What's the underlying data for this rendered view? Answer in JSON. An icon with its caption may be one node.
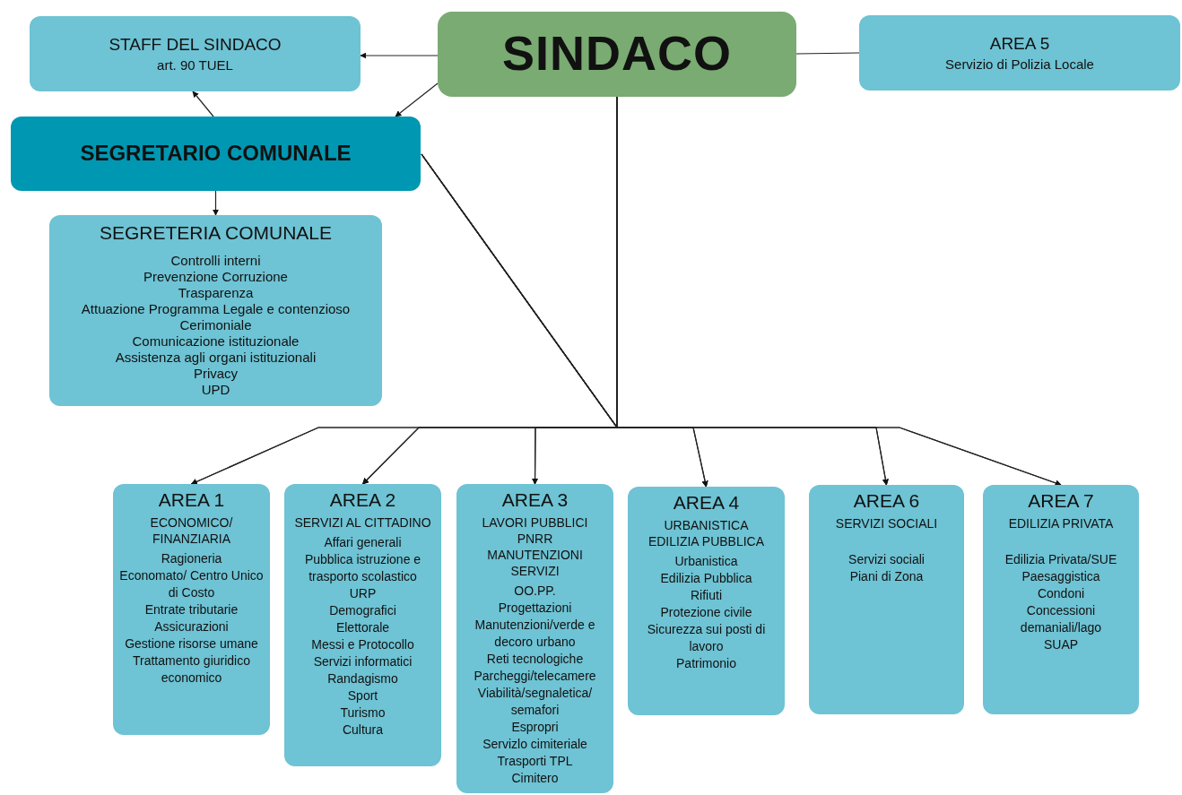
{
  "diagram": {
    "nodes": [
      {
        "text": [
          "SINDACO"
        ]
      },
      {
        "text": [
          "STAFF DEL SINDACO",
          "art. 90 TUEL"
        ]
      },
      {
        "text": [
          "AREA 5",
          "Servizio di Polizia Locale"
        ]
      },
      {
        "text": [
          "SEGRETARIO COMUNALE"
        ]
      },
      {
        "text": [
          "SEGRETERIA COMUNALE",
          "Controlli interni",
          "Prevenzione Corruzione",
          "Trasparenza",
          "Attuazione Programma Legale e contenzioso",
          "Cerimoniale",
          "Comunicazione istituzionale",
          "Assistenza agli organi istituzionali",
          "Privacy",
          "UPD"
        ]
      },
      {
        "text": [
          "AREA 1",
          "ECONOMICO/ FINANZIARIA",
          "Ragioneria",
          "Economato/ Centro Unico di Costo",
          "Entrate tributarie",
          "Assicurazioni",
          "Gestione risorse umane",
          "Trattamento giuridico economico"
        ]
      },
      {
        "text": [
          "AREA 2",
          "SERVIZI AL CITTADINO",
          "Affari generali",
          "Pubblica istruzione e trasporto scolastico",
          "URP",
          "Demografici",
          "Elettorale",
          "Messi e Protocollo",
          "Servizi informatici",
          "Randagismo",
          "Sport",
          "Turismo",
          "Cultura"
        ]
      },
      {
        "text": [
          "AREA 3",
          "LAVORI PUBBLICI",
          "PNRR",
          "MANUTENZIONI",
          "SERVIZI",
          "OO.PP.",
          "Progettazioni",
          "Manutenzioni/verde e decoro urbano",
          "Reti tecnologiche",
          "Parcheggi/telecamere",
          "Viabilità/segnaletica/ semafori",
          "Espropri",
          "Servizlo cimiteriale",
          "Trasporti TPL",
          "Cimitero"
        ]
      },
      {
        "text": [
          "AREA 4",
          "URBANISTICA",
          "EDILIZIA PUBBLICA",
          "Urbanistica",
          "Edilizia Pubblica",
          "Rifiuti",
          "Protezione civile",
          "Sicurezza sui posti di lavoro",
          "Patrimonio"
        ]
      },
      {
        "text": [
          "AREA 6",
          "SERVIZI SOCIALI",
          "Servizi sociali",
          "Piani di Zona"
        ]
      },
      {
        "text": [
          "AREA 7",
          "EDILIZIA PRIVATA",
          "Edilizia Privata/SUE",
          "Paesaggistica",
          "Condoni",
          "Concessioni demaniali/lago",
          "SUAP"
        ]
      }
    ],
    "edges": [
      {
        "from": 0,
        "to": 1,
        "arrow": "to"
      },
      {
        "from": 0,
        "to": 2,
        "arrow": "none"
      },
      {
        "from": 0,
        "to": 3,
        "arrow": "to"
      },
      {
        "from": 3,
        "to": 1,
        "arrow": "to"
      },
      {
        "from": 3,
        "to": 4,
        "arrow": "to"
      },
      {
        "from": 0,
        "to": 5,
        "arrow": "to"
      },
      {
        "from": 0,
        "to": 6,
        "arrow": "to"
      },
      {
        "from": 0,
        "to": 7,
        "arrow": "to"
      },
      {
        "from": 0,
        "to": 8,
        "arrow": "to"
      },
      {
        "from": 0,
        "to": 9,
        "arrow": "to"
      },
      {
        "from": 0,
        "to": 10,
        "arrow": "to"
      },
      {
        "from": 3,
        "to": 5,
        "arrow": "to"
      },
      {
        "from": 3,
        "to": 6,
        "arrow": "to"
      },
      {
        "from": 3,
        "to": 7,
        "arrow": "to"
      },
      {
        "from": 3,
        "to": 8,
        "arrow": "to"
      },
      {
        "from": 3,
        "to": 9,
        "arrow": "to"
      },
      {
        "from": 3,
        "to": 10,
        "arrow": "to"
      }
    ]
  }
}
